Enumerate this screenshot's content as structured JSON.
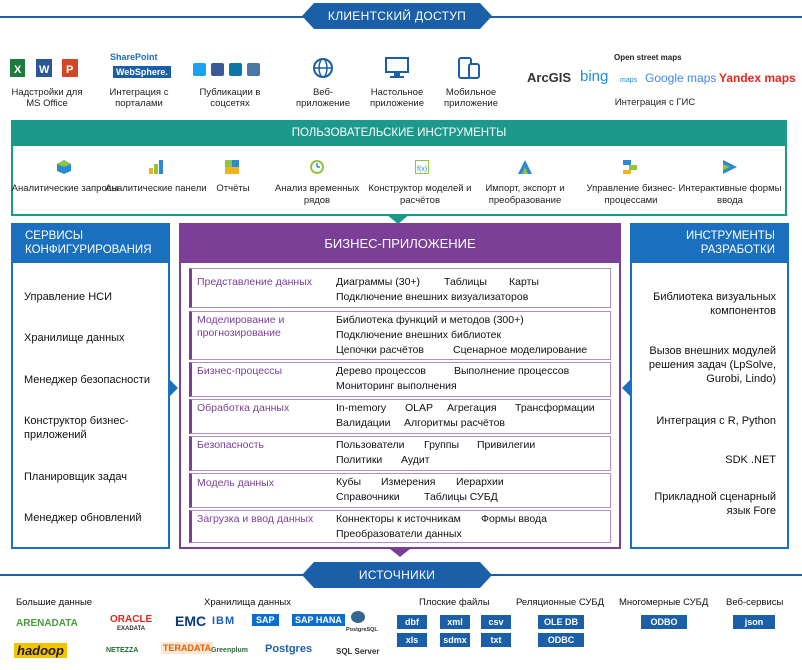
{
  "client": {
    "title": "КЛИЕНТСКИЙ ДОСТУП",
    "items": [
      {
        "label": "Надстройки для MS Office"
      },
      {
        "label": "Интеграция с порталами"
      },
      {
        "label": "Публикации в соцсетях"
      },
      {
        "label": "Веб-приложение"
      },
      {
        "label": "Настольное приложение"
      },
      {
        "label": "Мобильное приложение"
      },
      {
        "label": "Интеграция с ГИС"
      }
    ],
    "portal_logos": [
      "SharePoint",
      "WebSphere."
    ],
    "gis_logos": [
      "Open street maps",
      "ArcGIS",
      "bing",
      "maps",
      "Google maps",
      "Yandex maps"
    ]
  },
  "tools": {
    "title": "ПОЛЬЗОВАТЕЛЬСКИЕ ИНСТРУМЕНТЫ",
    "items": [
      {
        "label": "Аналитические запросы"
      },
      {
        "label": "Аналитические панели"
      },
      {
        "label": "Отчёты"
      },
      {
        "label": "Анализ временных рядов"
      },
      {
        "label": "Конструктор моделей и расчётов"
      },
      {
        "label": "Импорт, экспорт и преобразование"
      },
      {
        "label": "Управление бизнес-процессами"
      },
      {
        "label": "Интерактивные формы ввода"
      }
    ]
  },
  "config": {
    "title": "СЕРВИСЫ КОНФИГУРИРОВАНИЯ",
    "items": [
      {
        "label": "Управление НСИ"
      },
      {
        "label": "Хранилище данных"
      },
      {
        "label": "Менеджер безопасности"
      },
      {
        "label": "Конструктор бизнес-приложений"
      },
      {
        "label": "Планировщик задач"
      },
      {
        "label": "Менеджер обновлений"
      }
    ]
  },
  "business": {
    "title": "БИЗНЕС-ПРИЛОЖЕНИЕ",
    "rows": [
      {
        "label": "Представление данных",
        "items": [
          "Диаграммы (30+)",
          "Таблицы",
          "Карты",
          "Подключение внешних визуализаторов"
        ]
      },
      {
        "label": "Моделирование и прогнозирование",
        "items": [
          "Библиотека функций и методов (300+)",
          "Подключение внешних библиотек",
          "Цепочки расчётов",
          "Сценарное моделирование"
        ]
      },
      {
        "label": "Бизнес-процессы",
        "items": [
          "Дерево процессов",
          "Выполнение процессов",
          "Мониторинг выполнения"
        ]
      },
      {
        "label": "Обработка данных",
        "items": [
          "In-memory",
          "OLAP",
          "Агрегация",
          "Трансформации",
          "Валидации",
          "Алгоритмы расчётов"
        ]
      },
      {
        "label": "Безопасность",
        "items": [
          "Пользователи",
          "Группы",
          "Привилегии",
          "Политики",
          "Аудит"
        ]
      },
      {
        "label": "Модель данных",
        "items": [
          "Кубы",
          "Измерения",
          "Иерархии",
          "Справочники",
          "Таблицы СУБД"
        ]
      },
      {
        "label": "Загрузка и ввод данных",
        "items": [
          "Коннекторы к источникам",
          "Формы ввода",
          "Преобразователи данных"
        ]
      }
    ]
  },
  "dev": {
    "title": "ИНСТРУМЕНТЫ РАЗРАБОТКИ",
    "items": [
      {
        "label": "Библиотека визуальных компонентов"
      },
      {
        "label": "Вызов внешних модулей решения задач (LpSolve, Gurobi, Lindo)"
      },
      {
        "label": "Интеграция с R, Python"
      },
      {
        "label": "SDK .NET"
      },
      {
        "label": "Прикладной сценарный язык Fore"
      }
    ]
  },
  "sources": {
    "title": "ИСТОЧНИКИ",
    "groups": [
      {
        "label": "Большие данные"
      },
      {
        "label": "Хранилища данных"
      },
      {
        "label": "Плоские файлы"
      },
      {
        "label": "Реляционные СУБД"
      },
      {
        "label": "Многомерные СУБД"
      },
      {
        "label": "Веб-сервисы"
      }
    ],
    "bigdata_logos": [
      "ARENADATA",
      "hadoop"
    ],
    "storage_logos": [
      "ORACLE",
      "EXADATA",
      "EMC",
      "IBM",
      "SAP",
      "SAP HANA",
      "PostgreSQL",
      "NETEZZA",
      "TERADATA",
      "Greenplum",
      "Postgres",
      "SQL Server"
    ],
    "flat": [
      "dbf",
      "xml",
      "csv",
      "xls",
      "sdmx",
      "txt"
    ],
    "rel": [
      "OLE DB",
      "ODBC"
    ],
    "multi": [
      "ODBO"
    ],
    "web": [
      "json"
    ]
  }
}
